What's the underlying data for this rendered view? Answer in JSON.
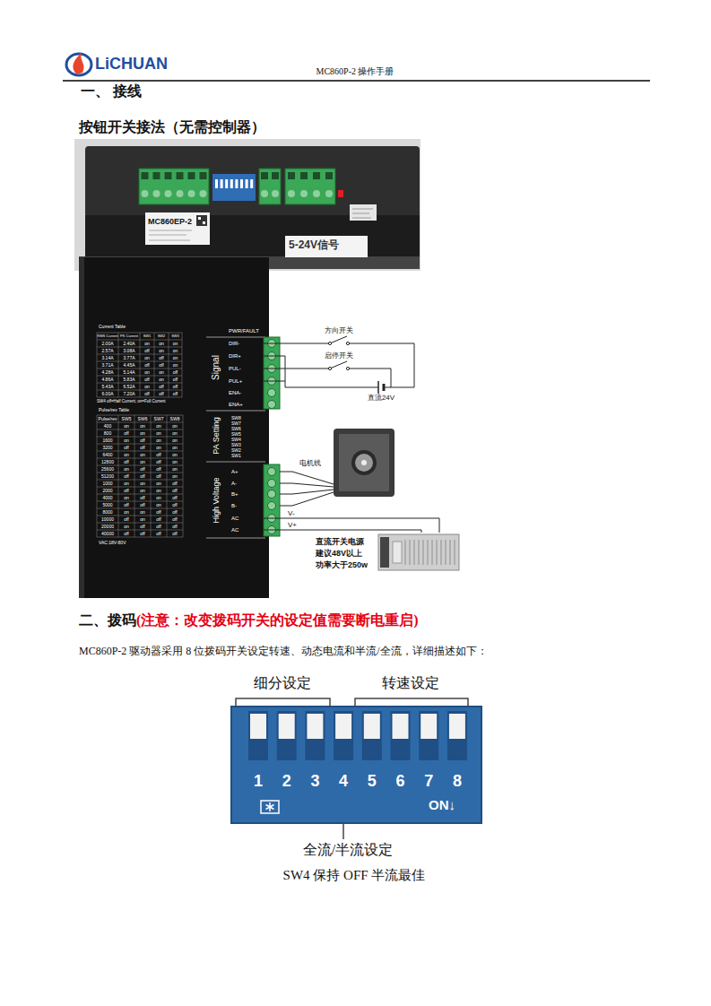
{
  "diagram": {
    "nodes": [
      {
        "text": [
          "Signal",
          "PWR/FAULT",
          "DIR-",
          "DIR+",
          "PUL-",
          "PUL+",
          "ENA-",
          "ENA+"
        ]
      },
      {
        "text": [
          "PA Setting",
          "SW8",
          "SW7",
          "SW6",
          "SW5",
          "SW4",
          "SW3",
          "SW2",
          "SW1"
        ]
      },
      {
        "text": [
          "High Voltage",
          "A+",
          "A-",
          "B+",
          "B-",
          "AC",
          "AC"
        ]
      },
      {
        "text": [
          "方向开关"
        ]
      },
      {
        "text": [
          "启停开关"
        ]
      },
      {
        "text": [
          "直流24V"
        ]
      },
      {
        "text": [
          "直流开关电源 建议48V以上 功率大于250w"
        ]
      }
    ],
    "edges": [
      {
        "from": 0,
        "to": 3,
        "arrow": "none"
      },
      {
        "from": 0,
        "to": 4,
        "arrow": "none"
      },
      {
        "from": 3,
        "to": 5,
        "arrow": "none"
      },
      {
        "from": 4,
        "to": 5,
        "arrow": "none"
      },
      {
        "from": 5,
        "to": 0,
        "arrow": "none"
      },
      {
        "from": 2,
        "to": 6,
        "label": "V-",
        "arrow": "none"
      },
      {
        "from": 2,
        "to": 6,
        "label": "V+",
        "arrow": "none"
      }
    ],
    "labels": [
      "LiCHUAN",
      "MC860P-2 操作手册",
      "一、 接线",
      "按钮开关接法（无需控制器）",
      "MC860EP-2",
      "5-24V信号",
      "Current Table",
      "RMS Current",
      "PK Current",
      "SW1",
      "SW2",
      "SW3",
      "2.00A",
      "2.40A",
      "on",
      "on",
      "on",
      "2.57A",
      "3.08A",
      "off",
      "on",
      "on",
      "3.14A",
      "3.77A",
      "on",
      "off",
      "on",
      "3.71A",
      "4.45A",
      "off",
      "off",
      "on",
      "4.28A",
      "5.14A",
      "on",
      "on",
      "off",
      "4.86A",
      "5.83A",
      "off",
      "on",
      "off",
      "5.43A",
      "6.52A",
      "on",
      "off",
      "off",
      "6.00A",
      "7.20A",
      "off",
      "off",
      "off",
      "SW4 off=Half Current; on=Full Current",
      "Pulse/rev Table",
      "Pulse/rev",
      "SW5",
      "SW6",
      "SW7",
      "SW8",
      "400",
      "on",
      "on",
      "on",
      "on",
      "800",
      "off",
      "on",
      "on",
      "on",
      "1600",
      "on",
      "off",
      "on",
      "on",
      "3200",
      "off",
      "off",
      "on",
      "on",
      "6400",
      "on",
      "on",
      "off",
      "on",
      "12800",
      "off",
      "on",
      "off",
      "on",
      "25600",
      "on",
      "off",
      "off",
      "on",
      "51200",
      "off",
      "off",
      "off",
      "on",
      "1000",
      "on",
      "on",
      "on",
      "off",
      "2000",
      "off",
      "on",
      "on",
      "off",
      "4000",
      "on",
      "off",
      "on",
      "off",
      "5000",
      "off",
      "off",
      "on",
      "off",
      "8000",
      "on",
      "on",
      "off",
      "off",
      "10000",
      "off",
      "on",
      "off",
      "off",
      "20000",
      "on",
      "off",
      "off",
      "off",
      "40000",
      "off",
      "off",
      "off",
      "off",
      "VAC:18V-80V",
      "电机线",
      "二、拨码",
      "(注意：改变拨码开关的设定值需要断电重启)",
      "MC860P-2 驱动器采用 8 位拨码开关设定转速、动态电流和半流/全流，详细描述如下：",
      "细分设定",
      "转速设定",
      "1",
      "2",
      "3",
      "4",
      "5",
      "6",
      "7",
      "8",
      "ON↓",
      "全流/半流设定",
      "SW4 保持 OFF 半流最佳"
    ]
  }
}
